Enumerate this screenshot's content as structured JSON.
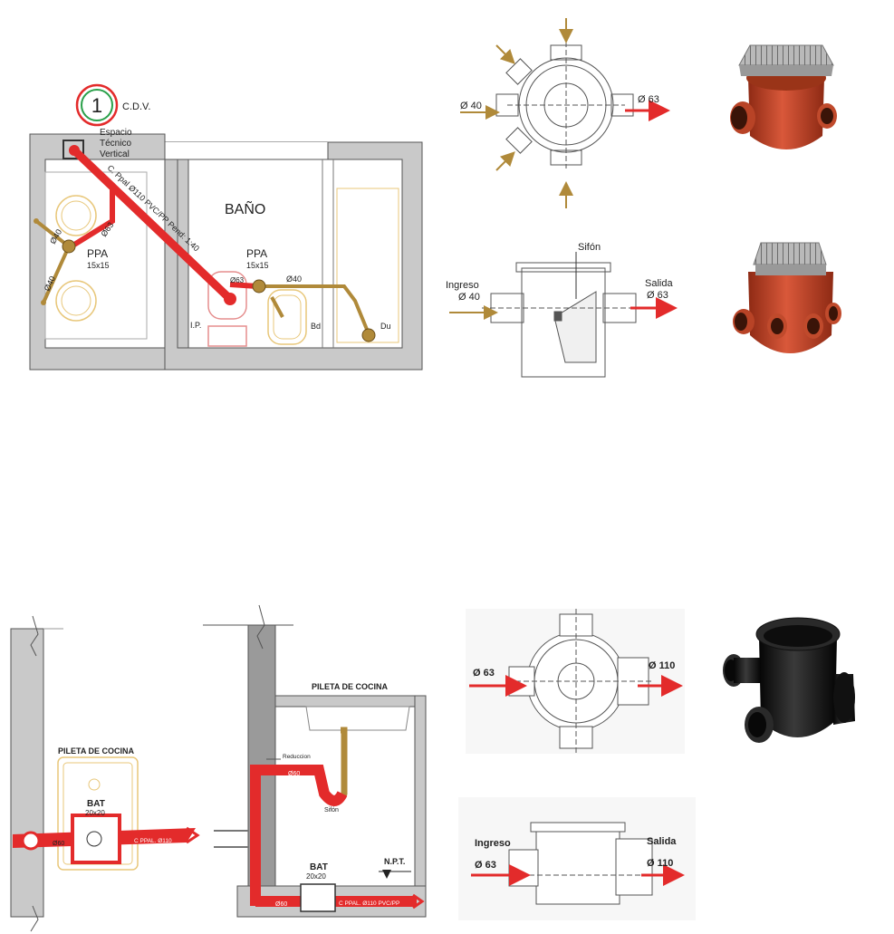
{
  "floor_plan": {
    "cdv_number": "1",
    "cdv_label": "C.D.V.",
    "tech_space_line1": "Espacio",
    "tech_space_line2": "Técnico",
    "tech_space_line3": "Vertical",
    "pipe_label": "C. Ppal Ø110 PVC/PP Pend: 1:40",
    "room_label": "BAÑO",
    "ppa_left": "PPA",
    "ppa_left_size": "15x15",
    "ppa_right": "PPA",
    "ppa_right_size": "15x15",
    "d63_a": "Ø63",
    "d63_b": "Ø63",
    "d40_a": "Ø40",
    "d40_b": "Ø40",
    "d40_c": "Ø40",
    "ip_label": "I.P.",
    "bd_label": "Bd",
    "du_label": "Du"
  },
  "ppa_diagram": {
    "top_in": "Ø 40",
    "top_out": "Ø 63",
    "sifon": "Sifón",
    "ingreso": "Ingreso",
    "ingreso_d": "Ø 40",
    "salida": "Salida",
    "salida_d": "Ø 63"
  },
  "kitchen_plan": {
    "sink_label": "PILETA DE COCINA",
    "bat": "BAT",
    "bat_size": "20x20",
    "d60": "Ø60",
    "pipe_label": "C PPAL. Ø110"
  },
  "kitchen_section": {
    "sink_label": "PILETA DE COCINA",
    "reduccion": "Reduccion",
    "d60_a": "Ø60",
    "sifon": "Sifón",
    "bat": "BAT",
    "bat_size": "20x20",
    "npt": "N.P.T.",
    "d60_b": "Ø60",
    "pipe_label": "C PPAL. Ø110 PVC/PP"
  },
  "bat_diagram": {
    "top_in": "Ø 63",
    "top_out": "Ø 110",
    "ingreso": "Ingreso",
    "ingreso_d": "Ø 63",
    "salida": "Salida",
    "salida_d": "Ø 110"
  },
  "colors": {
    "pipe_red": "#e32b2b",
    "pipe_brown": "#b08a3a",
    "wall_gray": "#c8c8c8",
    "box_orange": "#c8482a",
    "box_black": "#1c1c1c"
  }
}
